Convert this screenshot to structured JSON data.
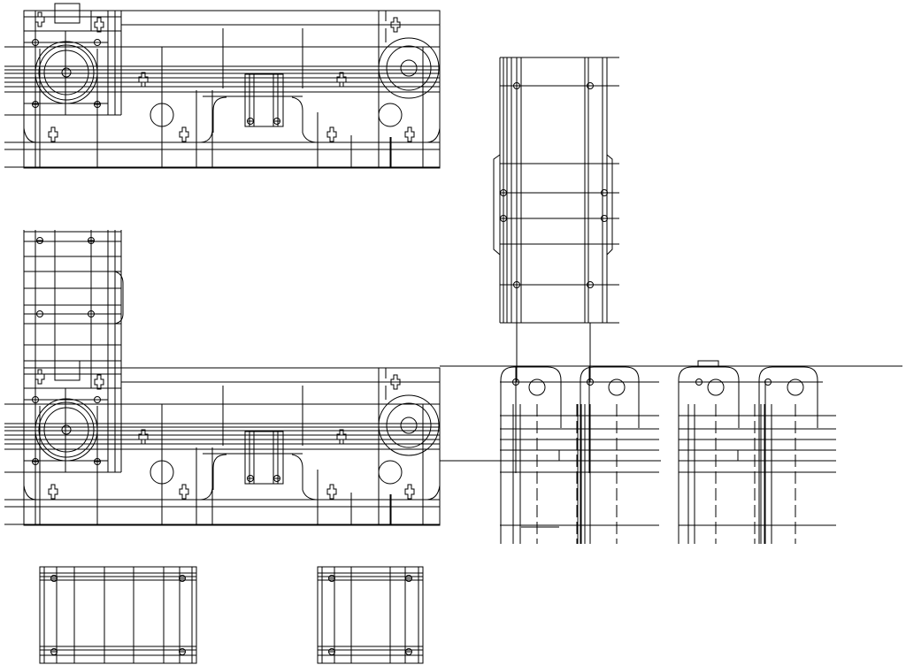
{
  "drawing": {
    "background_color": "#ffffff",
    "line_color": "#000000",
    "views": [
      "plan-view-top",
      "plan-view-bottom",
      "side-view-vertical",
      "clevis-elevations",
      "small-end-view-left",
      "small-end-view-right"
    ]
  }
}
